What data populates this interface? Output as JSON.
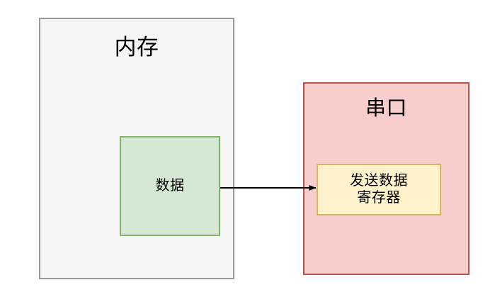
{
  "diagram": {
    "background_color": "#ffffff",
    "nodes": [
      {
        "id": "memory",
        "label": "内存",
        "fill": "#f5f5f5",
        "stroke": "#999999"
      },
      {
        "id": "serial_port",
        "label": "串口",
        "fill": "#f8cecc",
        "stroke": "#b85450"
      },
      {
        "id": "data",
        "label": "数据",
        "fill": "#d5e8d4",
        "stroke": "#82b366"
      },
      {
        "id": "tx_register",
        "label": "发送数据\n寄存器",
        "fill": "#fff2cc",
        "stroke": "#d6b656"
      }
    ],
    "edges": [
      {
        "id": "data-to-register",
        "label": "",
        "from": "data",
        "to": "tx_register",
        "stroke": "#000000",
        "arrowhead": "filled-triangle"
      }
    ]
  }
}
